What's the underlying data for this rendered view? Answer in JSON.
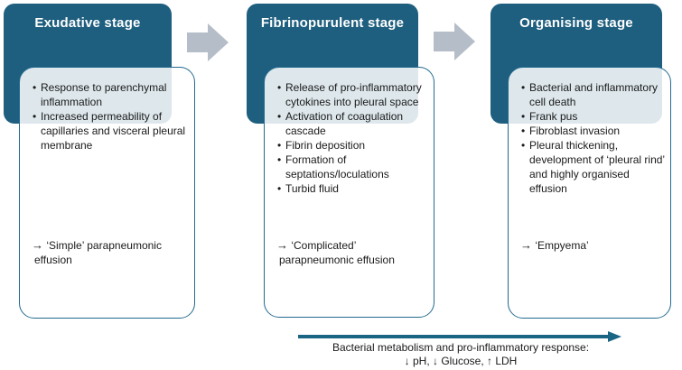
{
  "stages": [
    {
      "title": "Exudative stage",
      "bullets": [
        "Response to parenchymal inflammation",
        "Increased permeability of capillaries and visceral pleural membrane"
      ],
      "outcome_arrow": "→",
      "outcome": "‘Simple’ parapneumonic effusion"
    },
    {
      "title": "Fibrinopurulent stage",
      "bullets": [
        "Release of pro-inflammatory cytokines into pleural space",
        "Activation of coagulation cascade",
        "Fibrin deposition",
        "Formation of septations/loculations",
        "Turbid fluid"
      ],
      "outcome_arrow": "→",
      "outcome": "‘Complicated’ parapneumonic effusion"
    },
    {
      "title": "Organising stage",
      "bullets": [
        "Bacterial and inflammatory cell death",
        "Frank pus",
        "Fibroblast invasion",
        "Pleural thickening, development of ‘pleural rind’ and highly organised effusion"
      ],
      "outcome_arrow": "→",
      "outcome": "‘Empyema’"
    }
  ],
  "flow_arrow_icons": [
    "right-block-arrow",
    "right-block-arrow"
  ],
  "bottom_axis": {
    "icon": "right-arrow-line",
    "line1": "Bacterial metabolism and pro-inflammatory response:",
    "line2": "↓ pH, ↓ Glucose, ↑ LDH"
  },
  "colors": {
    "stage_header_bg": "#1E5E7E",
    "stage_header_text": "#FFFFFF",
    "card_border": "#246B8F",
    "card_overlap_tint": "#DCE4EA",
    "flow_arrow_gray": "#B5BEC8",
    "axis_arrow_teal": "#1A6584",
    "body_text": "#1A1A1A"
  }
}
